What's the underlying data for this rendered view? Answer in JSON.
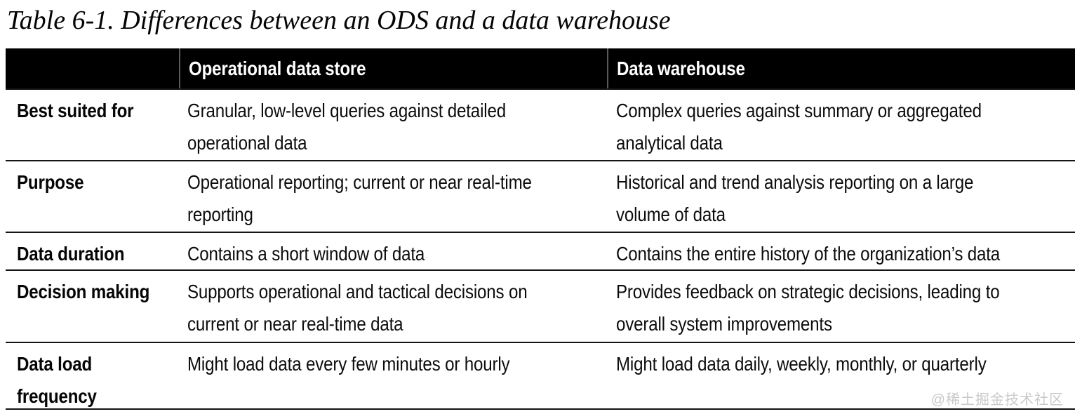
{
  "title": "Table 6-1. Differences between an ODS and a data warehouse",
  "watermark": "@稀土掘金技术社区",
  "colors": {
    "header_background": "#000000",
    "header_text": "#ffffff",
    "body_text": "#0c0c0c",
    "row_divider": "#141414",
    "watermark_text": "#c9c9c9"
  },
  "table": {
    "columns": [
      "",
      "Operational data store",
      "Data warehouse"
    ],
    "rows": [
      {
        "label": "Best suited for",
        "ods": "Granular, low-level queries against detailed\noperational data",
        "dw": "Complex queries against summary or aggregated\nanalytical data"
      },
      {
        "label": "Purpose",
        "ods": "Operational reporting; current or near real-time\nreporting",
        "dw": "Historical and trend analysis reporting on a large\nvolume of data"
      },
      {
        "label": "Data duration",
        "ods": "Contains a short window of data",
        "dw": "Contains the entire history of the organization’s data"
      },
      {
        "label": "Decision making",
        "ods": "Supports operational and tactical decisions on\ncurrent or near real-time data",
        "dw": "Provides feedback on strategic decisions, leading to\noverall system improvements"
      },
      {
        "label": "Data load\nfrequency",
        "ods": "Might load data every few minutes or hourly",
        "dw": "Might load data daily, weekly, monthly, or quarterly"
      }
    ]
  }
}
